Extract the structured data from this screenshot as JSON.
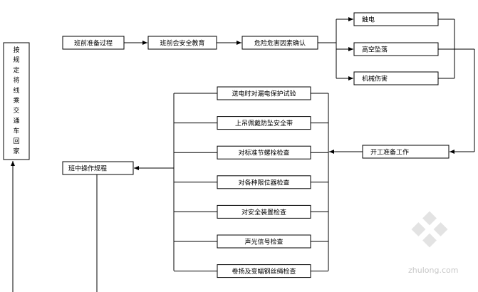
{
  "left_box": {
    "label": "按规定将线乘交通车回家"
  },
  "top_row": {
    "step1": "班前准备过程",
    "step2": "班前会安全教育",
    "step3": "危险危害因素确认"
  },
  "hazards": {
    "electric": "触电",
    "fall": "高空坠落",
    "mechanical": "机械伤害"
  },
  "work_prep": "开工准备工作",
  "checks": [
    "送电时对漏电保护试验",
    "上吊佩戴防坠安全带",
    "对标准节螺栓检查",
    "对各种限位器检查",
    "对安全装置检查",
    "声光信号检查",
    "卷扬及变幅钢丝绳检查"
  ],
  "operation": "班中操作规程",
  "watermark": {
    "site": "zhulong.com"
  }
}
